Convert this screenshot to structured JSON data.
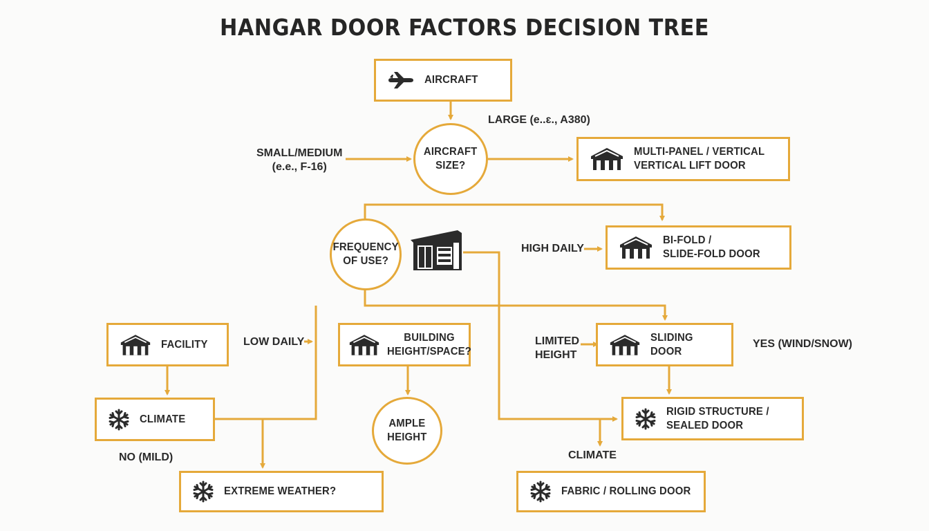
{
  "title": "HANGAR DOOR FACTORS DECISION TREE",
  "colors": {
    "accent": "#e5a93a",
    "text": "#2a2a2a",
    "icon": "#2b2b2b"
  },
  "nodes": {
    "aircraft": {
      "label": "AIRCRAFT",
      "icon": "airplane-icon"
    },
    "aircraft_size": {
      "label": "AIRCRAFT\nSIZE?"
    },
    "multi_panel": {
      "label": "MULTI-PANEL / VERTICAL\nVERTICAL LIFT DOOR",
      "icon": "hangar-icon"
    },
    "frequency": {
      "label": "FREQUENCY\nOF USE?",
      "icon": "building-icon"
    },
    "bifold": {
      "label": "BI-FOLD /\nSLIDE-FOLD DOOR",
      "icon": "hangar-icon"
    },
    "facility": {
      "label": "FACILITY",
      "icon": "hangar-icon"
    },
    "building_height": {
      "label": "BUILDING\nHEIGHT/SPACE?",
      "icon": "hangar-icon"
    },
    "sliding_door": {
      "label": "SLIDING DOOR",
      "icon": "hangar-icon"
    },
    "climate": {
      "label": "CLIMATE",
      "icon": "snowflake-icon"
    },
    "ample_height": {
      "label": "AMPLE\nHEIGHT"
    },
    "rigid_structure": {
      "label": "RIGID STRUCTURE /\nSEALED DOOR",
      "icon": "snowflake-icon"
    },
    "extreme_weather": {
      "label": "EXTREME WEATHER?",
      "icon": "snowflake-icon"
    },
    "fabric_rolling": {
      "label": "FABRIC / ROLLING DOOR",
      "icon": "snowflake-icon"
    }
  },
  "edge_labels": {
    "large": "LARGE (e..ɛ., A380)",
    "small_medium": "SMALL/MEDIUM\n(e.e., F-16)",
    "high_daily": "HIGH DAILY",
    "low_daily": "LOW DAILY",
    "limited_height": "LIMITED\nHEIGHT",
    "yes_wind_snow": "YES (WIND/SNOW)",
    "no_mild": "NO (MILD)",
    "climate": "CLIMATE"
  }
}
